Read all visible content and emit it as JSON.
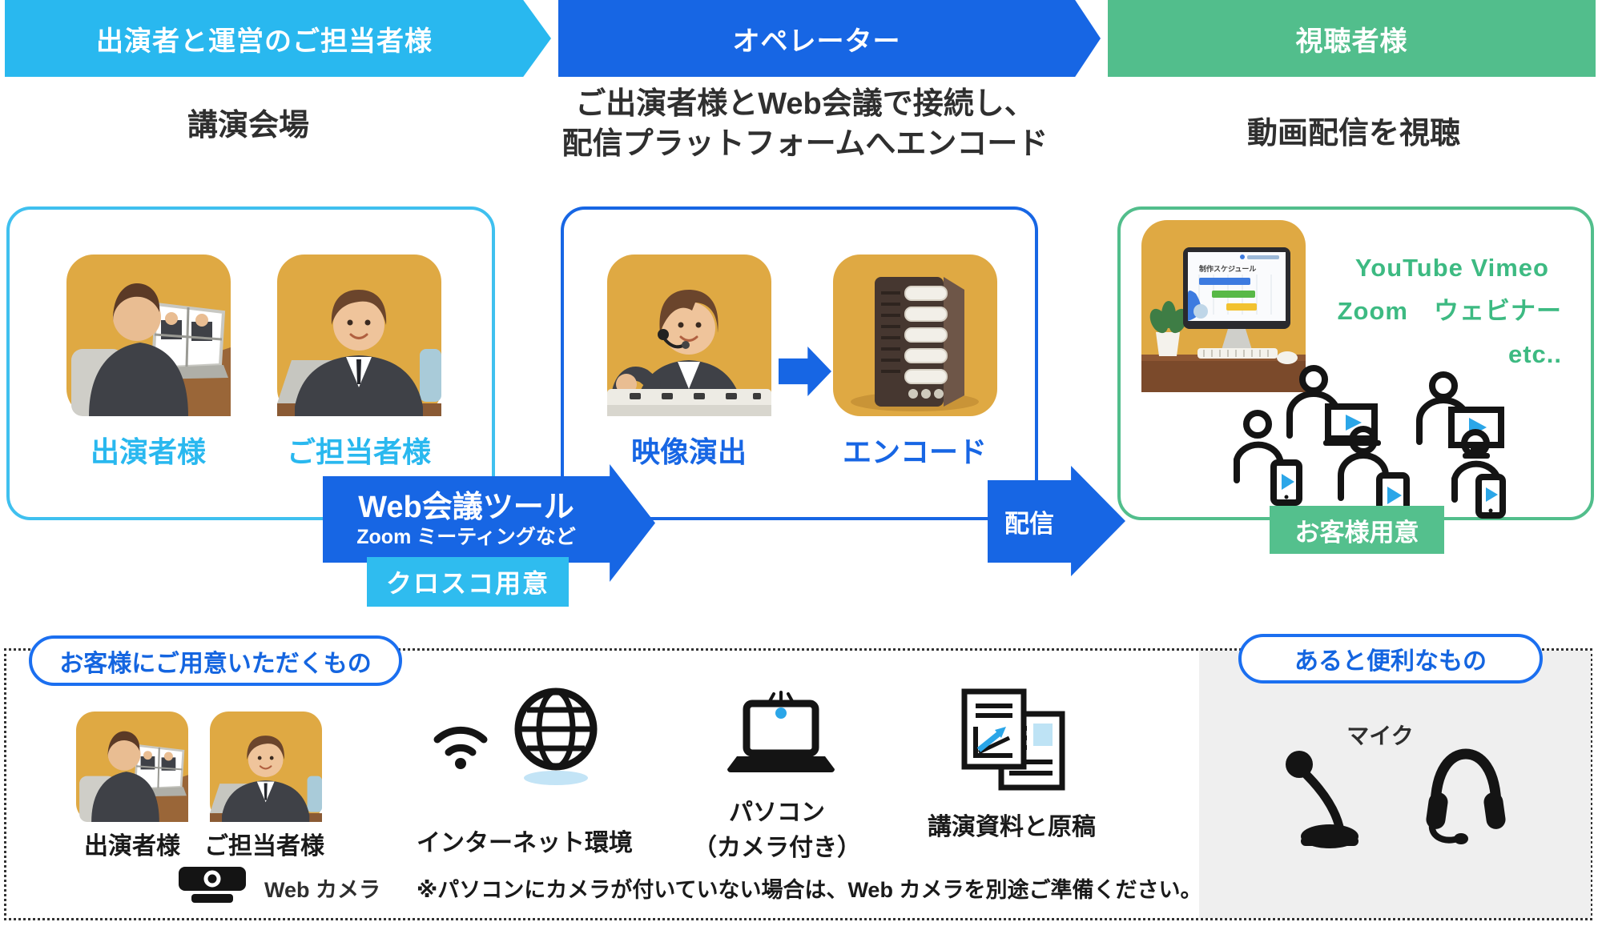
{
  "banners": [
    {
      "label": "出演者と運営のご担当者様",
      "color": "#29B8EF"
    },
    {
      "label": "オペレーター",
      "color": "#1766E4"
    },
    {
      "label": "視聴者様",
      "color": "#52BE8C"
    }
  ],
  "subtitles": {
    "venue": "講演会場",
    "operator_line1": "ご出演者様とWeb会議で接続し、",
    "operator_line2": "配信プラットフォームへエンコード",
    "viewer": "動画配信を視聴"
  },
  "venue_box": {
    "performer_label": "出演者様",
    "staff_label": "ご担当者様"
  },
  "operator_box": {
    "video_label": "映像演出",
    "encode_label": "エンコード"
  },
  "viewer_box": {
    "platforms": [
      "YouTube Vimeo",
      "Zoom　ウェビナー",
      "etc.."
    ],
    "supplied_badge": "お客様用意",
    "monitor_screen_title": "制作スケジュール"
  },
  "arrows": {
    "web_meeting_title": "Web会議ツール",
    "web_meeting_subtitle": "Zoom ミーティングなど",
    "web_meeting_badge": "クロスコ用意",
    "distribution_label": "配信"
  },
  "bottom": {
    "customer": {
      "title": "お客様にご用意いただくもの",
      "performer_label": "出演者様",
      "staff_label": "ご担当者様",
      "internet_label": "インターネット環境",
      "pc_label_line1": "パソコン",
      "pc_label_line2": "（カメラ付き）",
      "docs_label": "講演資料と原稿",
      "webcam_label": "Web カメラ",
      "webcam_note": "※パソコンにカメラが付いていない場合は、Web カメラを別途ご準備ください。"
    },
    "optional": {
      "title": "あると便利なもの",
      "mic_label": "マイク"
    }
  },
  "colors": {
    "accent_lightblue": "#29B8EF",
    "accent_blue": "#1766E4",
    "accent_green": "#52BE8C",
    "badge_lightblue": "#2FBCEF",
    "text_dark": "#2E2E2E",
    "photo_bg": "#DFA943",
    "panel_gray": "#EFEFEF",
    "play_blue": "#2BA6E8"
  }
}
